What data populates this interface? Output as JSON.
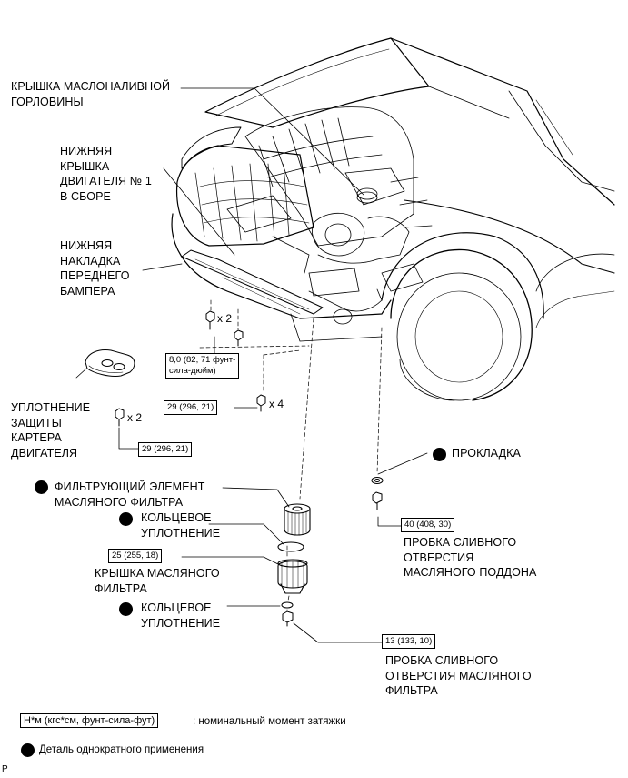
{
  "labels": {
    "oil_filler_cap": "КРЫШКА МАСЛОНАЛИВНОЙ\nГОРЛОВИНЫ",
    "engine_under_cover": "НИЖНЯЯ\nКРЫШКА\nДВИГАТЕЛЯ № 1\nВ СБОРЕ",
    "bumper_lower": "НИЖНЯЯ\nНАКЛАДКА\nПЕРЕДНЕГО\nБАМПЕРА",
    "crankcase_seal": "УПЛОТНЕНИЕ\nЗАЩИТЫ\nКАРТЕРА\nДВИГАТЕЛЯ",
    "gasket": "ПРОКЛАДКА",
    "filter_element": "ФИЛЬТРУЮЩИЙ ЭЛЕМЕНТ\nМАСЛЯНОГО ФИЛЬТРА",
    "o_ring_1": "КОЛЬЦЕВОЕ\nУПЛОТНЕНИЕ",
    "drain_plug_pan": "ПРОБКА СЛИВНОГО\nОТВЕРСТИЯ\nМАСЛЯНОГО ПОДДОНА",
    "filter_cap": "КРЫШКА МАСЛЯНОГО\nФИЛЬТРА",
    "o_ring_2": "КОЛЬЦЕВОЕ\nУПЛОТНЕНИЕ",
    "drain_plug_filter": "ПРОБКА СЛИВНОГО\nОТВЕРСТИЯ МАСЛЯНОГО\nФИЛЬТРА"
  },
  "torques": {
    "t_8": "8,0 (82, 71 фунт-\nсила-дюйм)",
    "t_29a": "29 (296, 21)",
    "t_29b": "29 (296, 21)",
    "t_40": "40 (408, 30)",
    "t_25": "25 (255, 18)",
    "t_13": "13 (133, 10)"
  },
  "quantities": {
    "q_x2_top": "x 2",
    "q_x4": "x 4",
    "q_x2_left": "x 2"
  },
  "legend": {
    "unit_box": "Н*м (кгс*см, фунт-сила-фут)",
    "unit_text": ": номинальный момент затяжки",
    "single_use": "Деталь однократного применения"
  },
  "corner_mark": "P"
}
